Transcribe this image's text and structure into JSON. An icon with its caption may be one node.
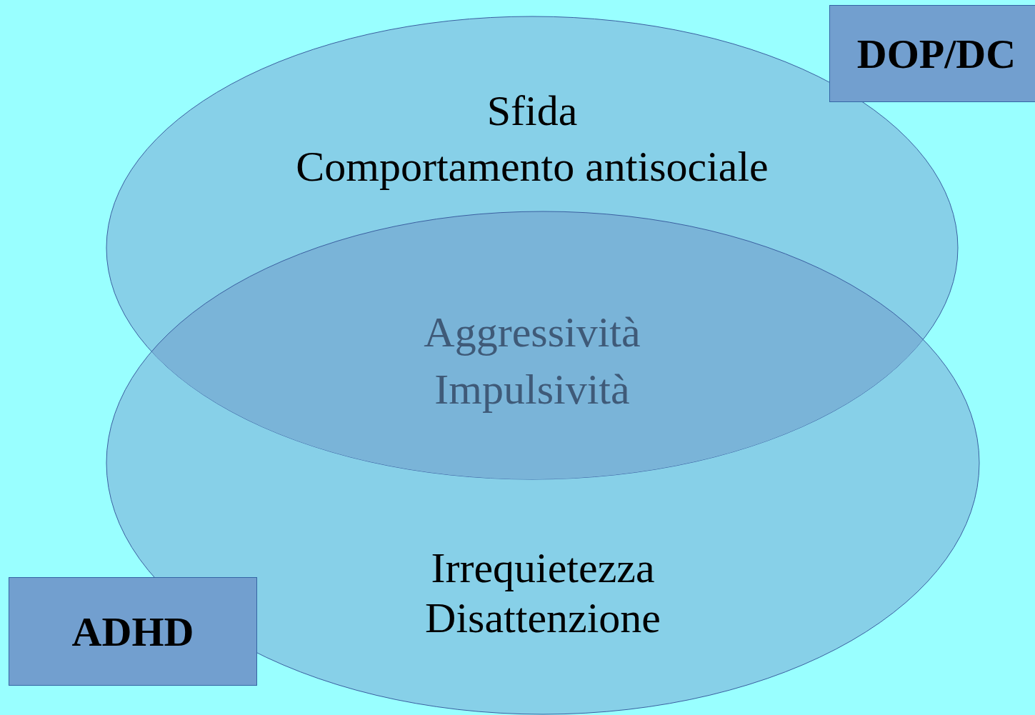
{
  "diagram": {
    "nodes": [
      {
        "text": [
          "Sfida",
          "Comportamento antisociale"
        ]
      },
      {
        "text": [
          "Irrequietezza",
          "Disattenzione"
        ]
      },
      {
        "text": [
          "DOP/DC"
        ]
      },
      {
        "text": [
          "ADHD"
        ]
      }
    ],
    "labels": [
      "Aggressività",
      "Impulsività"
    ]
  }
}
